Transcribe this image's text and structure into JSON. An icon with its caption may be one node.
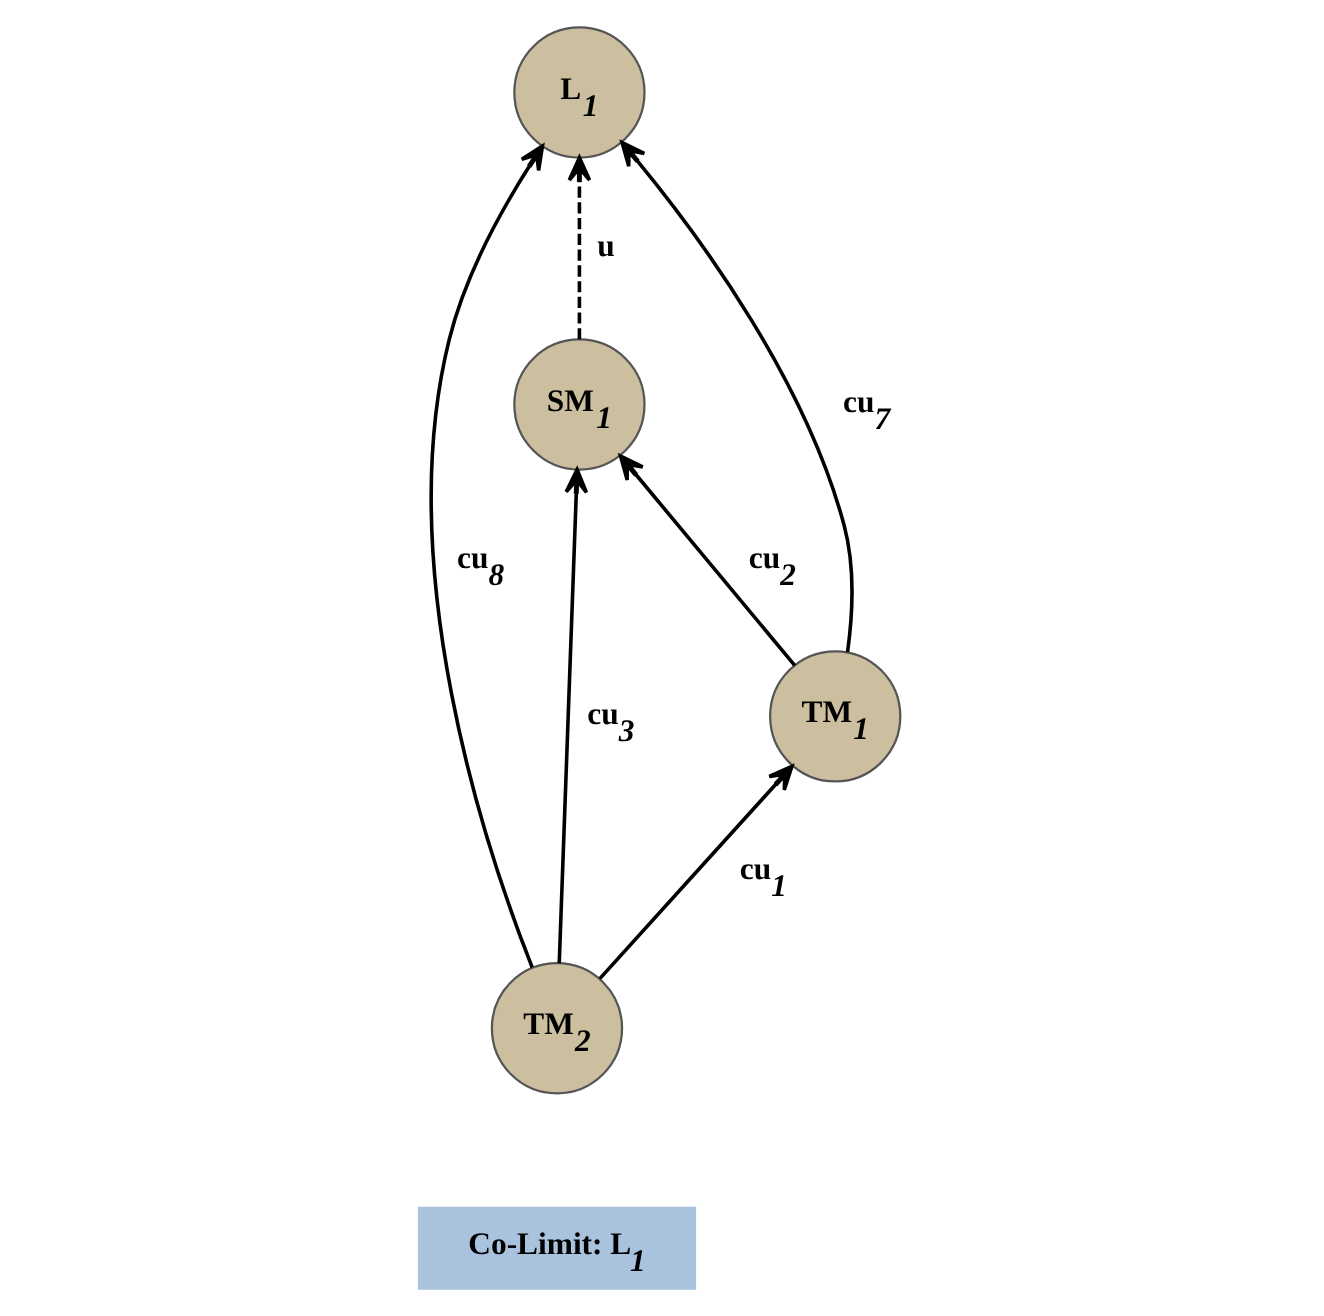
{
  "diagram": {
    "nodes": [
      {
        "text": [
          "L$_{1}$"
        ]
      },
      {
        "text": [
          "SM$_{1}$"
        ]
      },
      {
        "text": [
          "TM$_{1}$"
        ]
      },
      {
        "text": [
          "TM$_{2}$"
        ]
      },
      {
        "text": [
          "Co-Limit: L$_{1}$"
        ]
      }
    ],
    "edges": [
      {
        "from": 1,
        "to": 0,
        "arrow": "to",
        "label": "u",
        "style": "dashed"
      },
      {
        "from": 2,
        "to": 0,
        "arrow": "to",
        "label": "cu$_{7}$"
      },
      {
        "from": 3,
        "to": 0,
        "arrow": "to",
        "label": "cu$_{8}$"
      },
      {
        "from": 3,
        "to": 2,
        "arrow": "to",
        "label": "cu$_{1}$"
      },
      {
        "from": 2,
        "to": 1,
        "arrow": "to",
        "label": "cu$_{2}$"
      },
      {
        "from": 3,
        "to": 1,
        "arrow": "to",
        "label": "cu$_{3}$"
      }
    ]
  }
}
